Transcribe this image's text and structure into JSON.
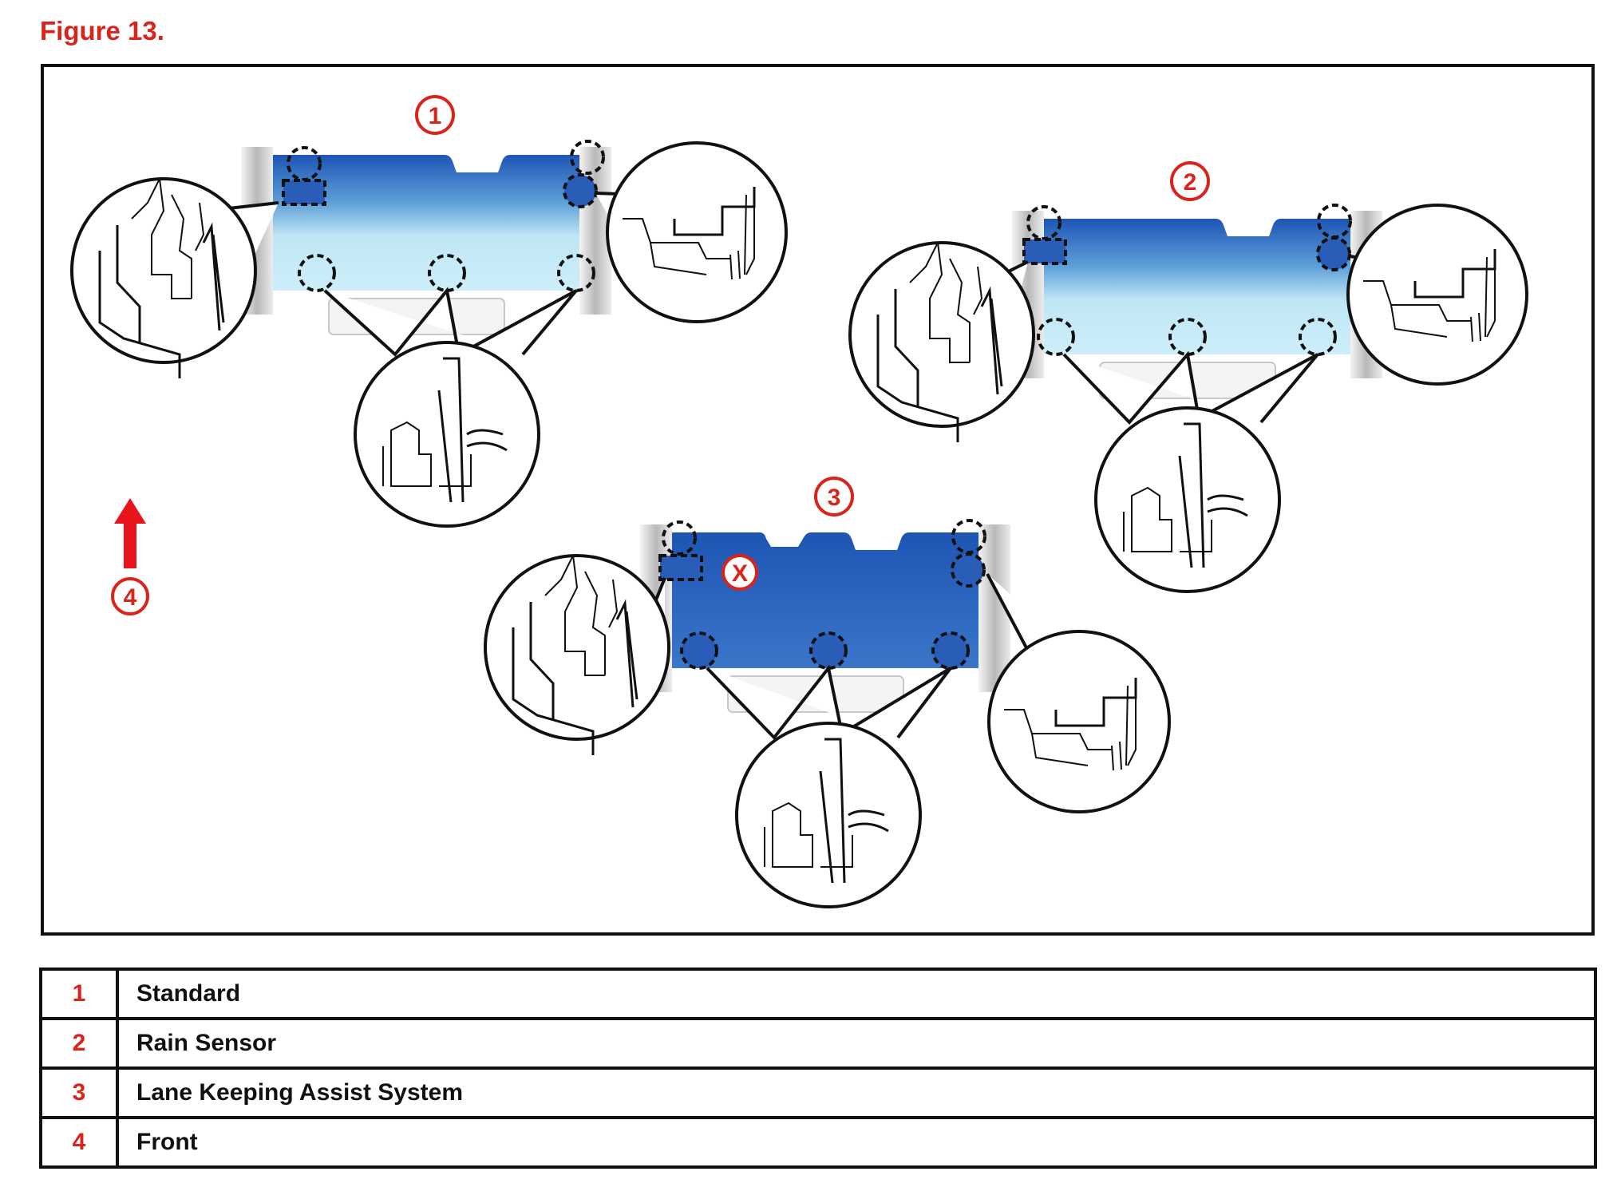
{
  "figure": {
    "title": "Figure 13.",
    "callouts": [
      "1",
      "2",
      "3",
      "4"
    ],
    "excluded_marker": "X"
  },
  "colors": {
    "callout_red": "#d9241c",
    "glass_dark_blue": "#1e55b4",
    "glass_light_blue": "#bfe6f5",
    "outline": "#111111"
  },
  "legend": {
    "rows": [
      {
        "num": "1",
        "label": "Standard"
      },
      {
        "num": "2",
        "label": "Rain Sensor"
      },
      {
        "num": "3",
        "label": "Lane Keeping Assist System"
      },
      {
        "num": "4",
        "label": "Front"
      }
    ]
  }
}
